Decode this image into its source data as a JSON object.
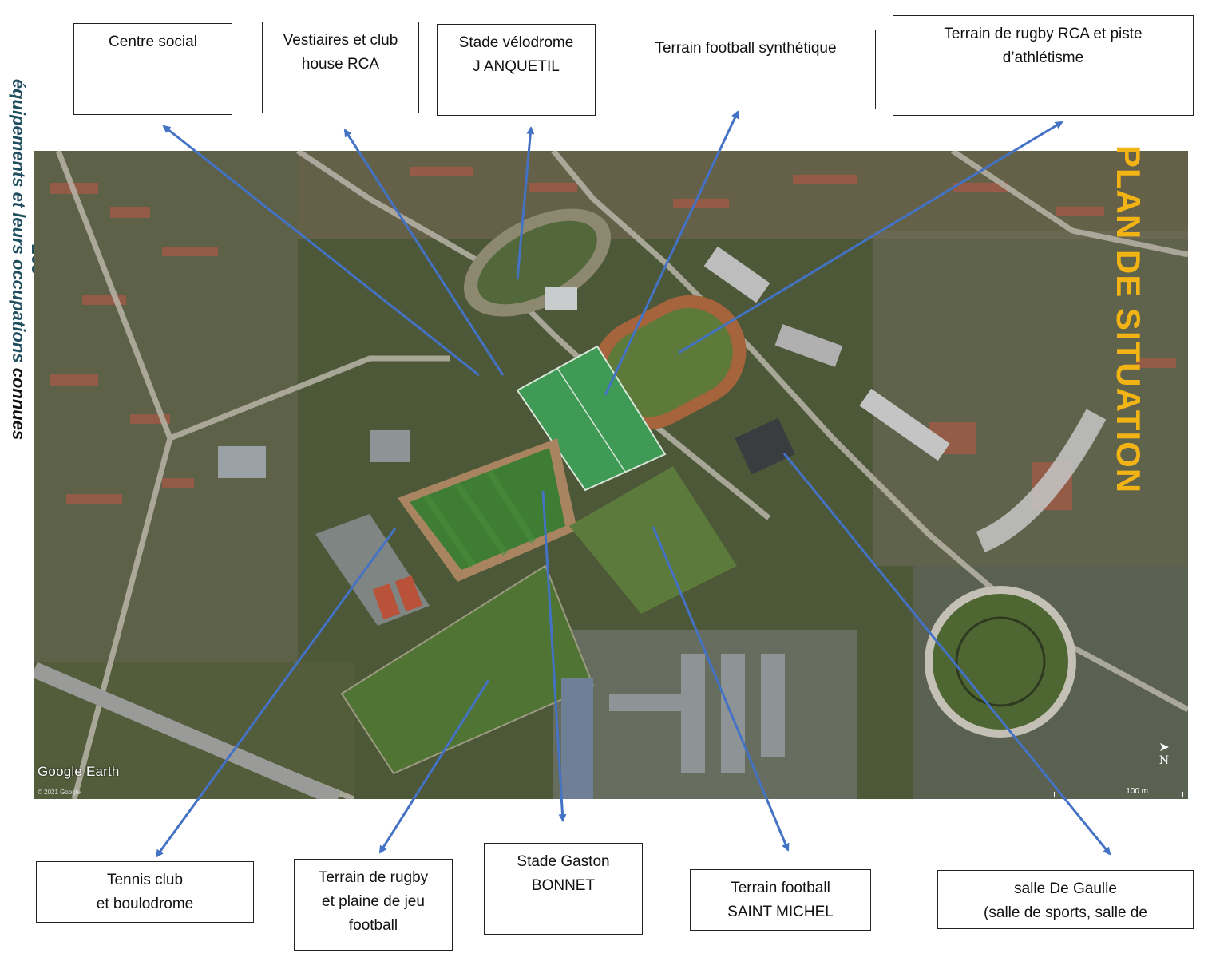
{
  "side_title": {
    "line1": "Les",
    "line2_teal": "équipements et leurs occupations",
    "line2_black": "connues"
  },
  "map": {
    "brand": "Google Earth",
    "copyright": "© 2021 Google",
    "scale_label": "100 m",
    "north_label": "N",
    "plan_title": "PLAN DE SITUATION",
    "colors": {
      "arrow": "#4472c4",
      "plan_title": "#f2b315",
      "turf": "#3e7d33",
      "synthetic_turf": "#3e9a55",
      "athletics_track": "#a5643c"
    }
  },
  "labels": {
    "centre_social": [
      "Centre social"
    ],
    "vestiaires": [
      "Vestiaires et club",
      "house RCA"
    ],
    "velodrome": [
      "Stade vélodrome",
      "J ANQUETIL"
    ],
    "foot_synthetique": [
      "Terrain football synthétique"
    ],
    "rugby_rca": [
      "Terrain de rugby RCA  et piste",
      "d’athlétisme"
    ],
    "tennis": [
      "Tennis  club",
      "et boulodrome"
    ],
    "rugby_plaine": [
      "Terrain de rugby",
      "et plaine de jeu",
      "football"
    ],
    "gaston_bonnet": [
      "Stade Gaston",
      "BONNET"
    ],
    "saint_michel": [
      "Terrain football",
      "SAINT MICHEL"
    ],
    "de_gaulle": [
      "salle De Gaulle",
      "(salle de sports, salle de"
    ]
  }
}
